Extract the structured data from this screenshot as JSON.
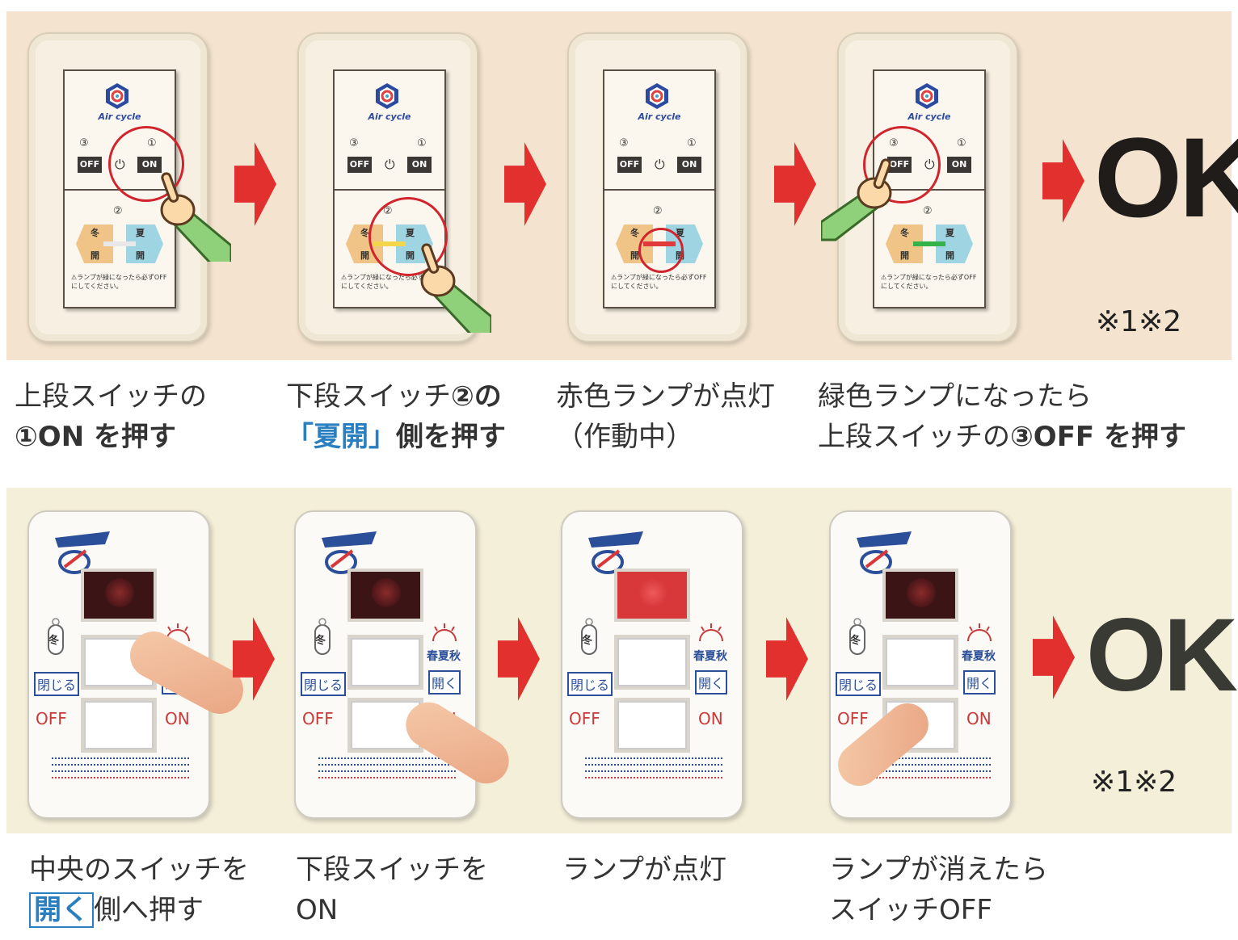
{
  "top_row": {
    "panel": {
      "brand": "Air cycle",
      "num_off": "③",
      "num_on": "①",
      "num_lower": "②",
      "off_label": "OFF",
      "on_label": "ON",
      "power_symbol": "⏻",
      "winter_char": "冬",
      "summer_char": "夏",
      "open_char": "開",
      "warning": "⚠ランプが緑になったら必ずOFFにしてください。"
    },
    "captions": [
      {
        "line1": "上段スイッチの",
        "line2": "①ON を押す"
      },
      {
        "line1a": "下段スイッチ",
        "line1b": "②の",
        "line2a": "「夏開」",
        "line2b": "側を押す"
      },
      {
        "line1": "赤色ランプが点灯",
        "line2": "（作動中）"
      },
      {
        "line1": "緑色ランプになったら",
        "line2a": "上段スイッチの",
        "line2b": "③OFF を押す"
      }
    ],
    "ok_label": "OK",
    "note": "※1※2",
    "colors": {
      "accent_red": "#e2302f",
      "circle": "#d0252d",
      "lamp_red": "#e03a3a",
      "lamp_green": "#36b24a",
      "lamp_yellow": "#f3d64a"
    }
  },
  "bottom_row": {
    "panel": {
      "winter_char": "冬",
      "seasons": "春夏秋",
      "close_label": "閉じる",
      "open_label": "開く",
      "off_label": "OFF",
      "on_label": "ON"
    },
    "captions": [
      {
        "line1": "中央のスイッチを",
        "line2a": "開く",
        "line2b": "側へ押す"
      },
      {
        "line1": "下段スイッチを",
        "line2": "ON"
      },
      {
        "line1": "ランプが点灯"
      },
      {
        "line1": "ランプが消えたら",
        "line2": "スイッチOFF"
      }
    ],
    "ok_label": "OK",
    "note": "※1※2"
  }
}
